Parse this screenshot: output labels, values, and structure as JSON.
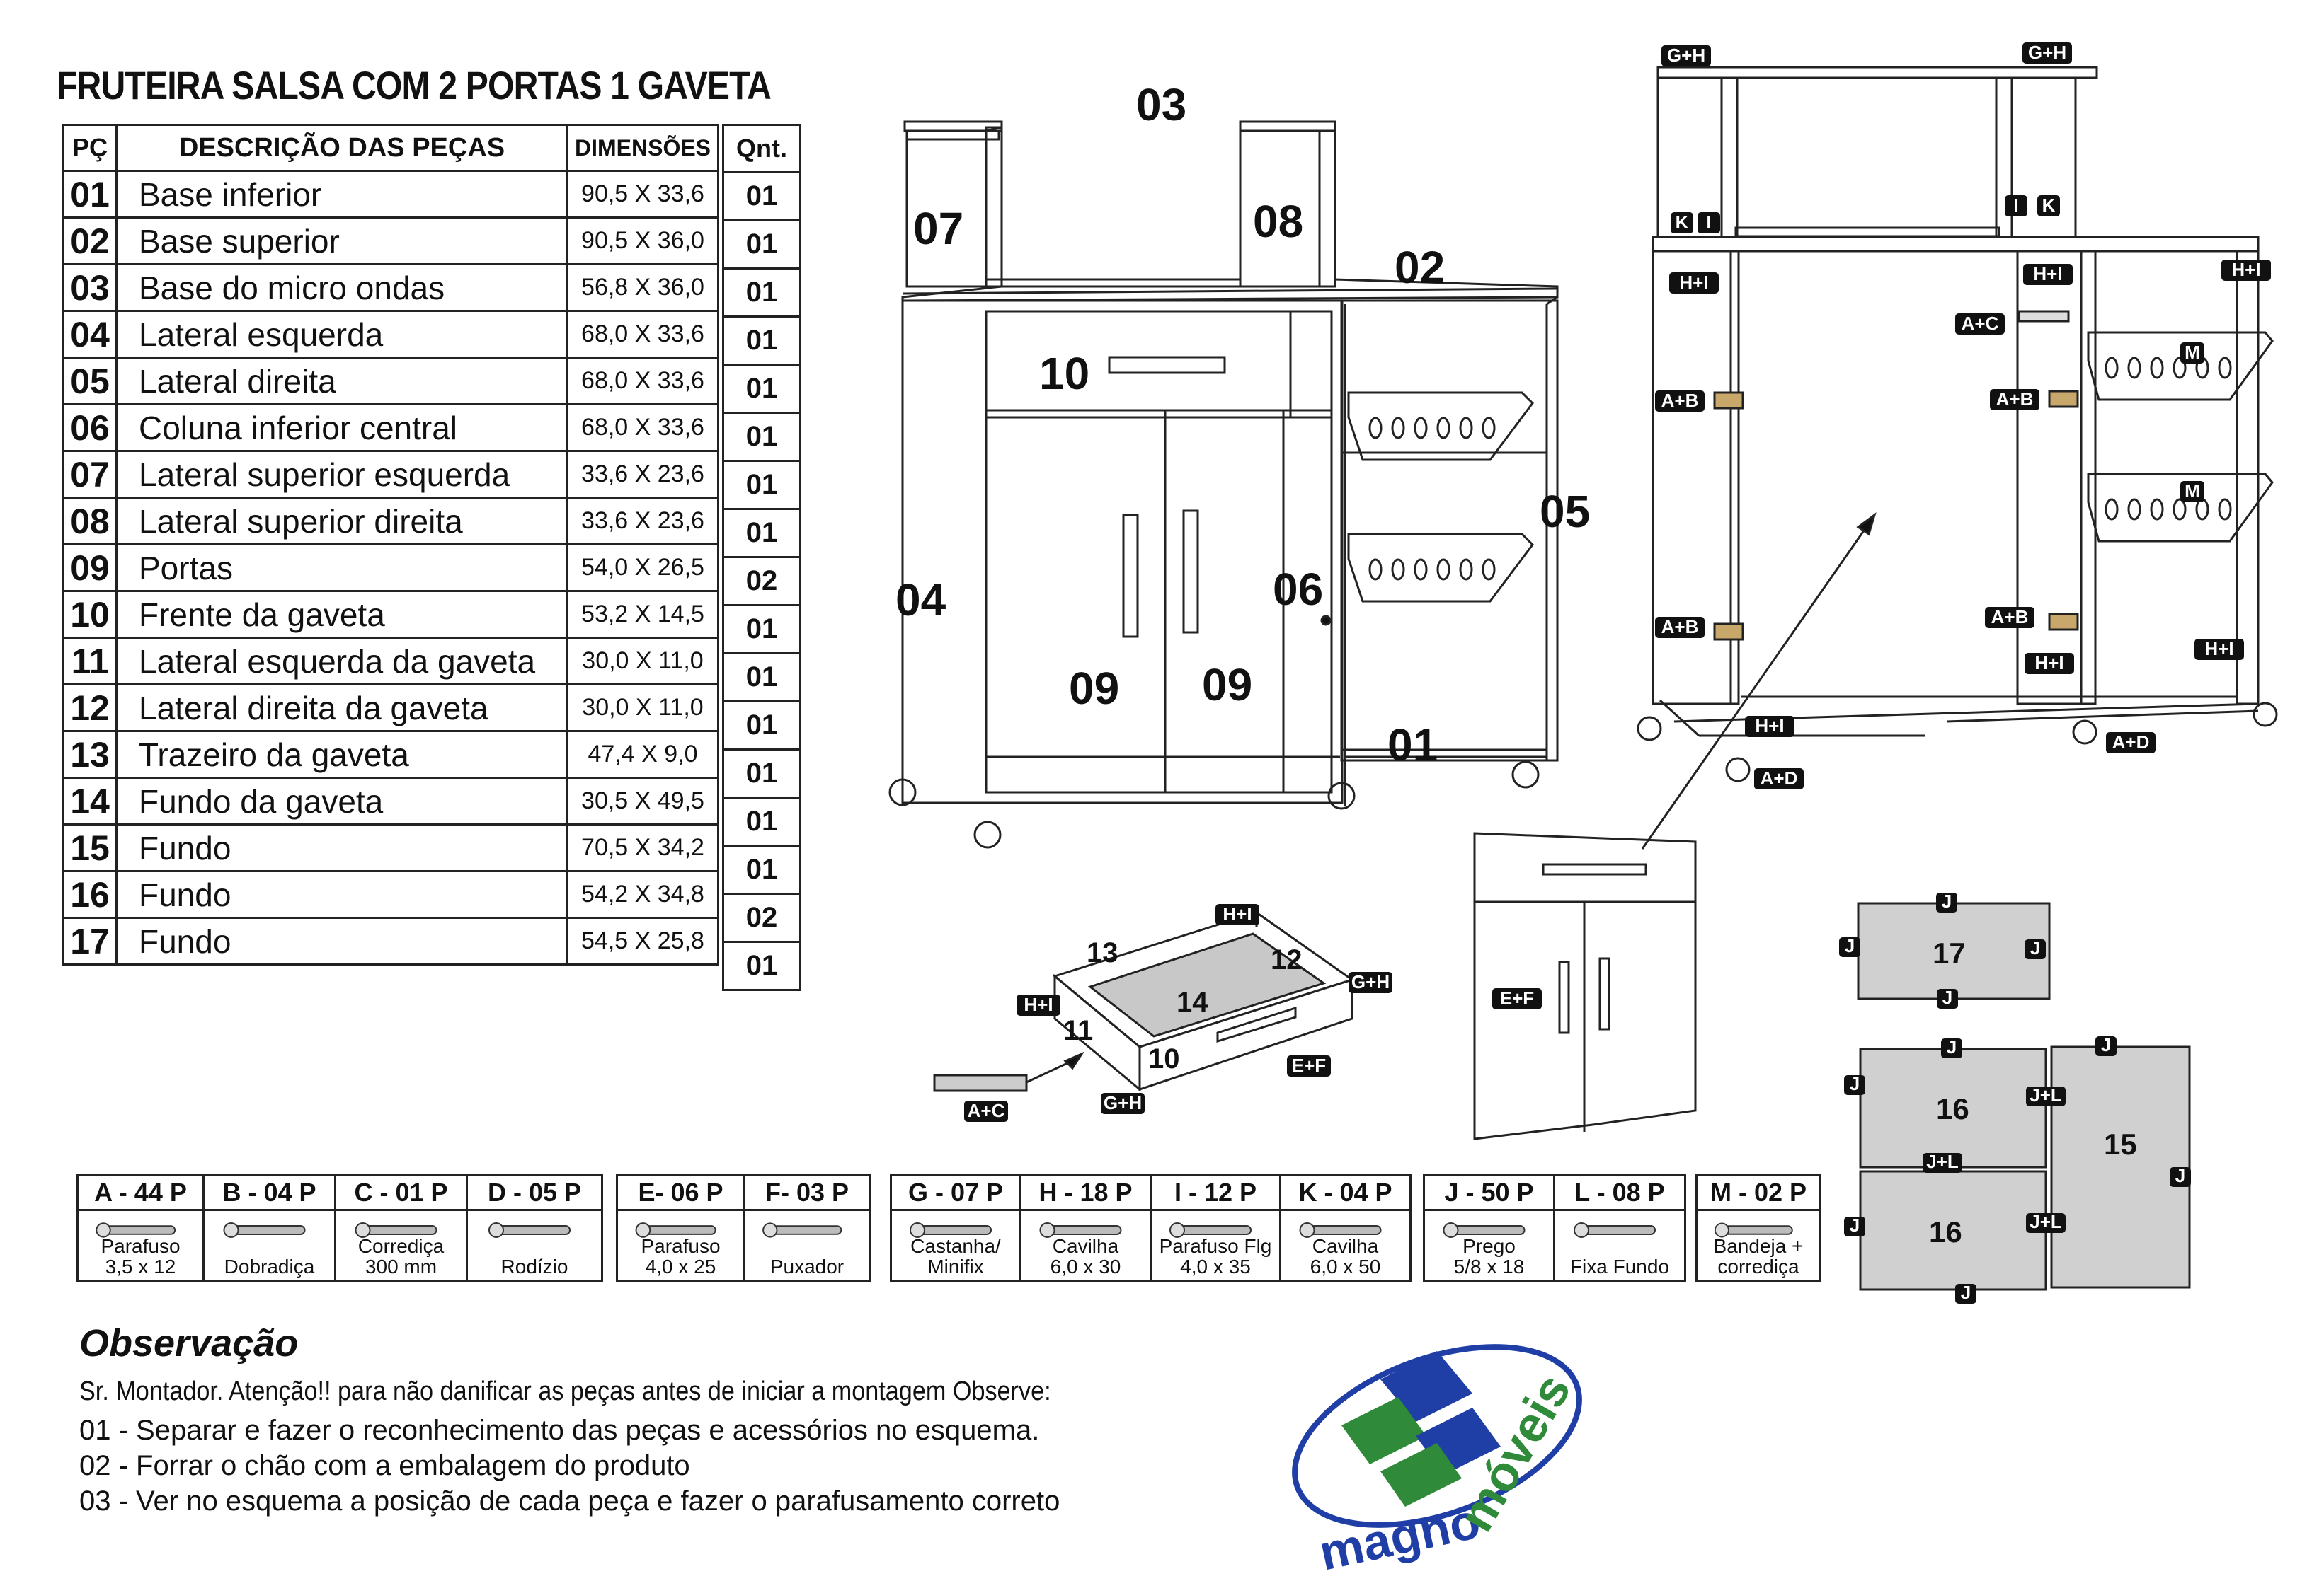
{
  "title": "FRUTEIRA SALSA COM 2 PORTAS 1 GAVETA",
  "table": {
    "headers": {
      "pc": "PÇ",
      "desc": "DESCRIÇÃO DAS PEÇAS",
      "dim": "DIMENSÕES",
      "qty": "Qnt."
    },
    "rows": [
      {
        "pc": "01",
        "desc": "Base inferior",
        "dim": "90,5 X 33,6",
        "qty": "01"
      },
      {
        "pc": "02",
        "desc": "Base superior",
        "dim": "90,5 X 36,0",
        "qty": "01"
      },
      {
        "pc": "03",
        "desc": "Base do micro ondas",
        "dim": "56,8 X 36,0",
        "qty": "01"
      },
      {
        "pc": "04",
        "desc": "Lateral esquerda",
        "dim": "68,0 X 33,6",
        "qty": "01"
      },
      {
        "pc": "05",
        "desc": "Lateral direita",
        "dim": "68,0 X 33,6",
        "qty": "01"
      },
      {
        "pc": "06",
        "desc": "Coluna inferior central",
        "dim": "68,0 X 33,6",
        "qty": "01"
      },
      {
        "pc": "07",
        "desc": "Lateral superior esquerda",
        "dim": "33,6 X 23,6",
        "qty": "01"
      },
      {
        "pc": "08",
        "desc": "Lateral superior direita",
        "dim": "33,6 X 23,6",
        "qty": "01"
      },
      {
        "pc": "09",
        "desc": "Portas",
        "dim": "54,0 X 26,5",
        "qty": "02"
      },
      {
        "pc": "10",
        "desc": "Frente da gaveta",
        "dim": "53,2 X 14,5",
        "qty": "01"
      },
      {
        "pc": "11",
        "desc": "Lateral esquerda da gaveta",
        "dim": "30,0 X 11,0",
        "qty": "01"
      },
      {
        "pc": "12",
        "desc": "Lateral direita da gaveta",
        "dim": "30,0 X 11,0",
        "qty": "01"
      },
      {
        "pc": "13",
        "desc": "Trazeiro da gaveta",
        "dim": "47,4 X 9,0",
        "qty": "01"
      },
      {
        "pc": "14",
        "desc": "Fundo da gaveta",
        "dim": "30,5 X 49,5",
        "qty": "01"
      },
      {
        "pc": "15",
        "desc": "Fundo",
        "dim": "70,5 X 34,2",
        "qty": "01"
      },
      {
        "pc": "16",
        "desc": "Fundo",
        "dim": "54,2 X 34,8",
        "qty": "02"
      },
      {
        "pc": "17",
        "desc": "Fundo",
        "dim": "54,5 X 25,8",
        "qty": "01"
      }
    ]
  },
  "piece_labels": {
    "p01": "01",
    "p02": "02",
    "p03": "03",
    "p04": "04",
    "p05": "05",
    "p06": "06",
    "p07": "07",
    "p08": "08",
    "p09a": "09",
    "p09b": "09",
    "p10": "10",
    "d10": "10",
    "d11": "11",
    "d12": "12",
    "d13": "13",
    "d14": "14",
    "b15": "15",
    "b16a": "16",
    "b16b": "16",
    "b17": "17"
  },
  "assembly_tags": {
    "gh_left": "G+H",
    "gh_right": "G+H",
    "k_left": "K",
    "i_left": "I",
    "i_right": "I",
    "k_right": "K",
    "hi_1": "H+I",
    "hi_2": "H+I",
    "hi_3": "H+I",
    "ac_1": "A+C",
    "ab_1": "A+B",
    "ab_2": "A+B",
    "ab_3": "A+B",
    "ab_4": "A+B",
    "m_1": "M",
    "m_2": "M",
    "hi_4": "H+I",
    "hi_5": "H+I",
    "hi_6": "H+I",
    "ad_1": "A+D",
    "ad_2": "A+D",
    "ef_door": "E+F",
    "dr_hi_top": "H+I",
    "dr_gh_right": "G+H",
    "dr_hi_left": "H+I",
    "dr_ef": "E+F",
    "dr_gh_bottom": "G+H",
    "dr_ac": "A+C",
    "j": "J",
    "jl": "J+L"
  },
  "hardware_a": [
    {
      "head": "A - 44 P",
      "label": "Parafuso\n3,5 x 12",
      "icon": "screw-icon"
    },
    {
      "head": "B - 04 P",
      "label": "Dobradiça",
      "icon": "hinge-icon"
    },
    {
      "head": "C - 01 P",
      "label": "Corrediça\n300 mm",
      "icon": "slide-rail-icon"
    },
    {
      "head": "D - 05 P",
      "label": "Rodízio",
      "icon": "caster-icon"
    }
  ],
  "hardware_b": [
    {
      "head": "E- 06 P",
      "label": "Parafuso\n4,0 x 25",
      "icon": "screw-icon"
    },
    {
      "head": "F- 03 P",
      "label": "Puxador",
      "icon": "handle-icon"
    }
  ],
  "hardware_c": [
    {
      "head": "G - 07 P",
      "label": "Castanha/ Minifix",
      "icon": "minifix-icon"
    },
    {
      "head": "H - 18 P",
      "label": "Cavilha\n6,0 x 30",
      "icon": "dowel-icon"
    },
    {
      "head": "I - 12 P",
      "label": "Parafuso Flg\n4,0 x 35",
      "icon": "screw-icon"
    },
    {
      "head": "K - 04 P",
      "label": "Cavilha\n6,0 x 50",
      "icon": "dowel-icon"
    }
  ],
  "hardware_d": [
    {
      "head": "J - 50 P",
      "label": "Prego\n5/8 x 18",
      "icon": "nail-icon"
    },
    {
      "head": "L - 08 P",
      "label": "Fixa Fundo",
      "icon": "back-fixer-icon"
    }
  ],
  "hardware_e": [
    {
      "head": "M - 02 P",
      "label": "Bandeja +\ncorrediça",
      "icon": "tray-icon"
    }
  ],
  "observacao": {
    "title": "Observação",
    "intro": "Sr. Montador. Atenção!! para não danificar as peças antes de iniciar a montagem Observe:",
    "items": [
      "01 - Separar e fazer o reconhecimento das peças e acessórios no esquema.",
      "02 - Forrar o chão com a embalagem do produto",
      "03 - Ver no esquema a posição de cada peça e fazer o parafusamento correto"
    ]
  },
  "brand": {
    "word1": "magno",
    "word2": "móveis",
    "blue": "#1f3fa6",
    "green": "#2f8a3a"
  }
}
